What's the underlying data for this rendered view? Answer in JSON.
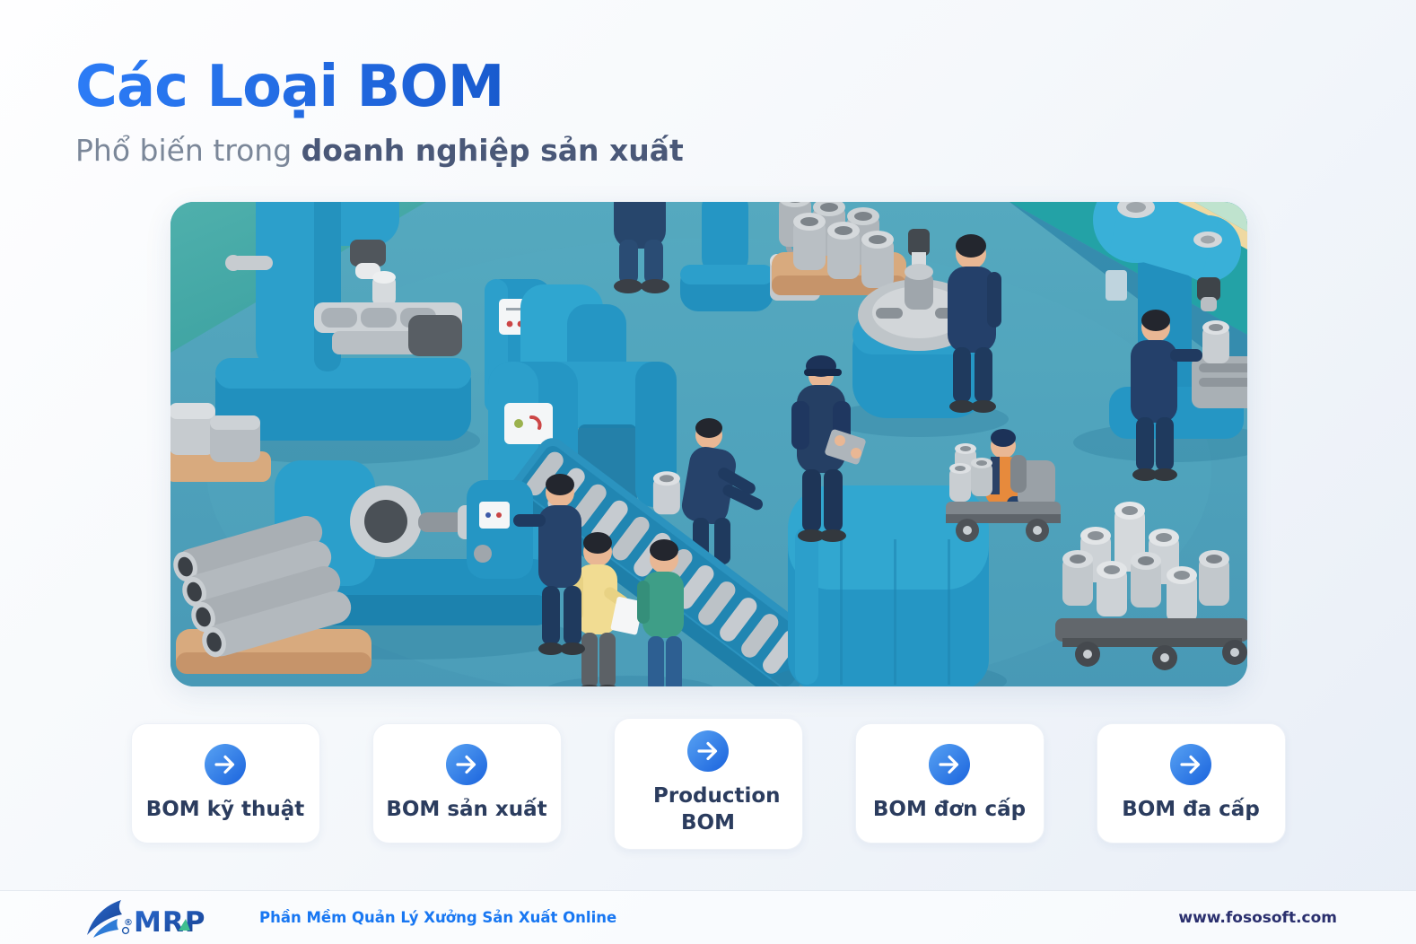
{
  "page": {
    "title": "Các Loại BOM",
    "subtitle_regular": "Phổ biến trong ",
    "subtitle_bold": "doanh nghiệp sản xuất"
  },
  "hero": {
    "description": "isometric 3D factory scene: blue machines, conveyor belt with rollers, workers, pipes and pallets on a teal floor",
    "icon": "factory-illustration"
  },
  "cards": [
    {
      "label": "BOM kỹ thuật",
      "icon": "arrow-right-icon"
    },
    {
      "label": "BOM sản xuất",
      "icon": "arrow-right-icon"
    },
    {
      "label": "Production BOM",
      "icon": "arrow-right-icon"
    },
    {
      "label": "BOM đơn cấp",
      "icon": "arrow-right-icon"
    },
    {
      "label": "BOM đa cấp",
      "icon": "arrow-right-icon"
    }
  ],
  "footer": {
    "logo_text": "MRP",
    "registered_mark": "®",
    "logo_icon": "foso-swoosh-logo-icon",
    "tagline": "Phần Mềm Quản Lý Xưởng Sản Xuất Online",
    "website": "www.fososoft.com"
  },
  "colors": {
    "brand_blue": "#1877F2",
    "title_gradient_start": "#2C7CF6",
    "title_gradient_end": "#0D4AB8",
    "card_icon_gradient_start": "#58A2F3",
    "card_icon_gradient_end": "#1A63DD",
    "card_text": "#2B3C5E",
    "website_text": "#2A2F6E",
    "illustration_floor": "#4C9FBA"
  }
}
